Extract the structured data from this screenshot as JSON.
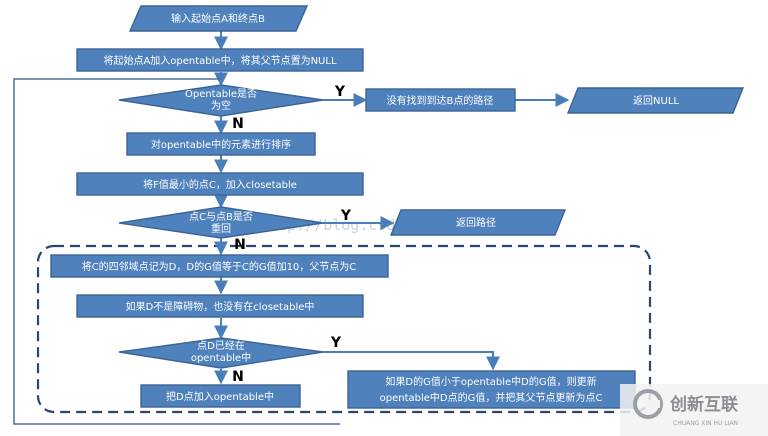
{
  "colors": {
    "node_fill": "#4f81bd",
    "node_border": "#3a6496",
    "arrow": "#4a7ebb",
    "loop_line": "#4a6f9a",
    "dashed_region": "#27476d",
    "text": "#ffffff"
  },
  "nodes": {
    "start": "输入起始点A和终点B",
    "init": "将起始点A加入opentable中，将其父节点置为NULL",
    "check_empty": [
      "Opentable是否",
      "为空"
    ],
    "not_found": "没有找到到达B点的路径",
    "return_null": "返回NULL",
    "sort": "对opentable中的元素进行排序",
    "pick_min": "将F值最小的点C，加入closetable",
    "check_goal": [
      "点C与点B是否",
      "重回"
    ],
    "return_path": "返回路径",
    "neighbors": "将C的四邻域点记为D，D的G值等于C的G值加10，父节点为C",
    "check_obstacle": "如果D不是障碍物，也没有在closetable中",
    "check_in_open": [
      "点D已经在",
      "opentable中"
    ],
    "add_open": "把D点加入opentable中",
    "update_g": [
      "如果D的G值小于opentable中D的G值，则更新",
      "opentable中D点的G值，并把其父节点更新为点C"
    ]
  },
  "labels": {
    "y": "Y",
    "n": "N"
  },
  "watermark": "http://blog.csdn.net/          ai",
  "logo": {
    "name": "创新互联",
    "subtitle": "CHUANG XIN HU LIAN"
  }
}
